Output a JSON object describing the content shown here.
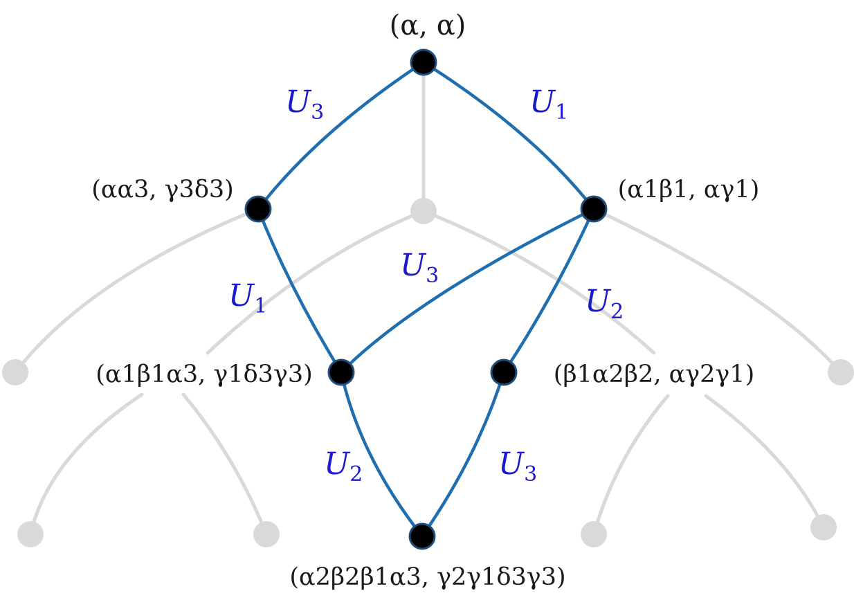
{
  "nodes": [
    {
      "id": "root",
      "label": "(α, α)",
      "sub": null
    },
    {
      "id": "left1",
      "label": "(αα3, γ3δ3)"
    },
    {
      "id": "right1",
      "label": "(α1β1, αγ1)"
    },
    {
      "id": "midleft2",
      "label": "(α1β1α3, γ1δ3γ3)"
    },
    {
      "id": "midright2",
      "label": "(β1α2β2, αγ2γ1)"
    },
    {
      "id": "bottom",
      "label": "(α2β2β1α3, γ2γ1δ3γ3)"
    }
  ],
  "edge_labels": [
    {
      "id": "root-left1",
      "base": "U",
      "sub": "3"
    },
    {
      "id": "root-right1",
      "base": "U",
      "sub": "1"
    },
    {
      "id": "left1-midleft2",
      "base": "U",
      "sub": "1"
    },
    {
      "id": "right1-midleft2",
      "base": "U",
      "sub": "3"
    },
    {
      "id": "right1-midright2",
      "base": "U",
      "sub": "2"
    },
    {
      "id": "midleft2-bottom",
      "base": "U",
      "sub": "2"
    },
    {
      "id": "midright2-bottom",
      "base": "U",
      "sub": "3"
    }
  ],
  "colors": {
    "highlight_edge": "#1f6fb0",
    "edge_label": "#1a1acc",
    "inactive": "#d9d9d9",
    "active_node": "#000000"
  }
}
